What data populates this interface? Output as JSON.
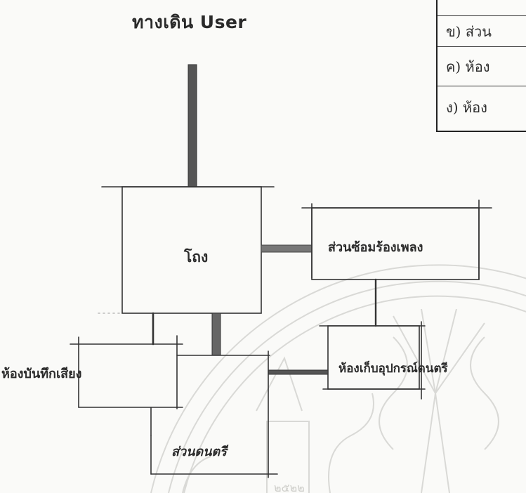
{
  "title": "ทางเดิน User",
  "table": {
    "rows": [
      "ข) ส่วน",
      "ค) ห้อง",
      "ง) ห้อง"
    ]
  },
  "nodes": {
    "lobby": "โถง",
    "rehearsal": "ส่วนซ้อมร้องเพลง",
    "instrument_storage": "ห้องเก็บอุปกรณ์ดนตรี",
    "recording": "ห้องบันทึกเสียง",
    "music": "ส่วนดนตรี"
  },
  "seal_text": "๒๕๒๒"
}
